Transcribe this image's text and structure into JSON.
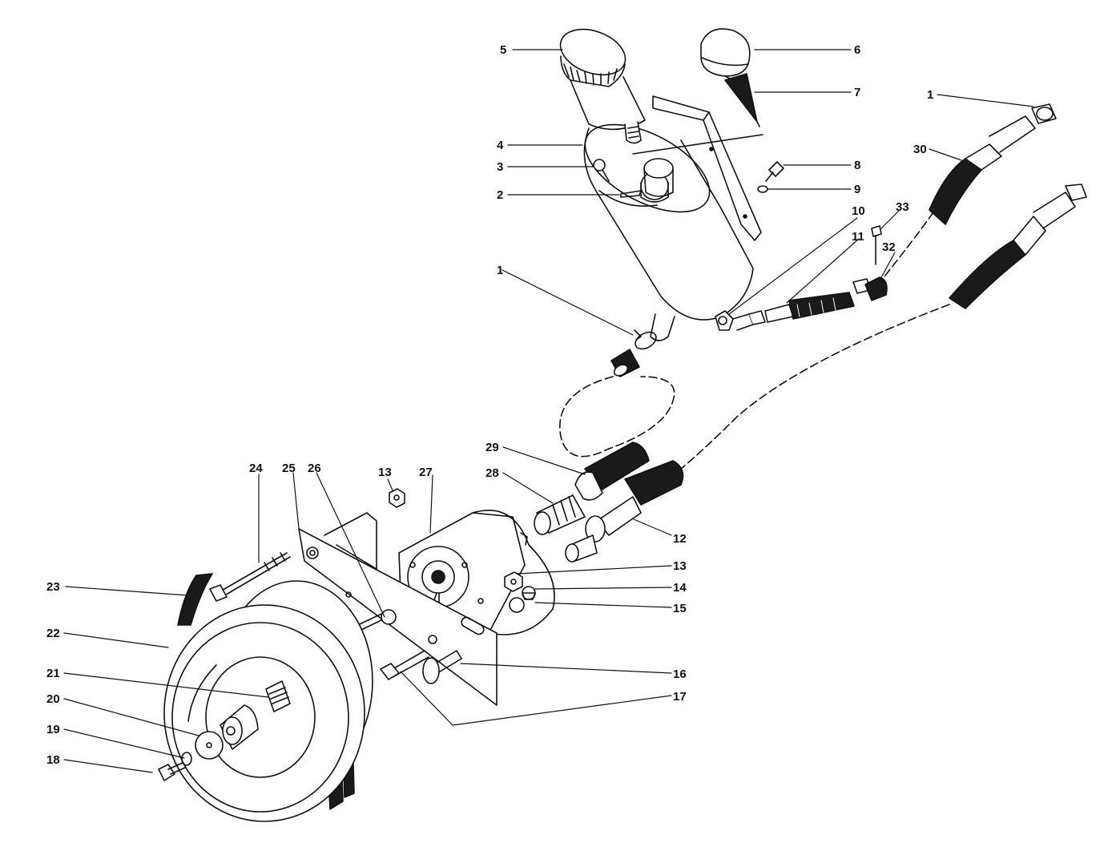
{
  "colors": {
    "ink": "#111111",
    "paper": "#ffffff",
    "dark_fill": "#1a1a1a",
    "shade": "#555555"
  },
  "callouts": [
    {
      "id": "c5",
      "text": "5"
    },
    {
      "id": "c6",
      "text": "6"
    },
    {
      "id": "c7",
      "text": "7"
    },
    {
      "id": "c1a",
      "text": "1"
    },
    {
      "id": "c30",
      "text": "30"
    },
    {
      "id": "c4",
      "text": "4"
    },
    {
      "id": "c3",
      "text": "3"
    },
    {
      "id": "c8",
      "text": "8"
    },
    {
      "id": "c2",
      "text": "2"
    },
    {
      "id": "c9",
      "text": "9"
    },
    {
      "id": "c10",
      "text": "10"
    },
    {
      "id": "c33",
      "text": "33"
    },
    {
      "id": "c11",
      "text": "11"
    },
    {
      "id": "c32",
      "text": "32"
    },
    {
      "id": "c1b",
      "text": "1"
    },
    {
      "id": "c29",
      "text": "29"
    },
    {
      "id": "c28",
      "text": "28"
    },
    {
      "id": "c24",
      "text": "24"
    },
    {
      "id": "c25",
      "text": "25"
    },
    {
      "id": "c26",
      "text": "26"
    },
    {
      "id": "c13a",
      "text": "13"
    },
    {
      "id": "c27",
      "text": "27"
    },
    {
      "id": "c12",
      "text": "12"
    },
    {
      "id": "c13b",
      "text": "13"
    },
    {
      "id": "c23",
      "text": "23"
    },
    {
      "id": "c14",
      "text": "14"
    },
    {
      "id": "c15",
      "text": "15"
    },
    {
      "id": "c22",
      "text": "22"
    },
    {
      "id": "c16",
      "text": "16"
    },
    {
      "id": "c21",
      "text": "21"
    },
    {
      "id": "c17",
      "text": "17"
    },
    {
      "id": "c20",
      "text": "20"
    },
    {
      "id": "c19",
      "text": "19"
    },
    {
      "id": "c18",
      "text": "18"
    }
  ]
}
